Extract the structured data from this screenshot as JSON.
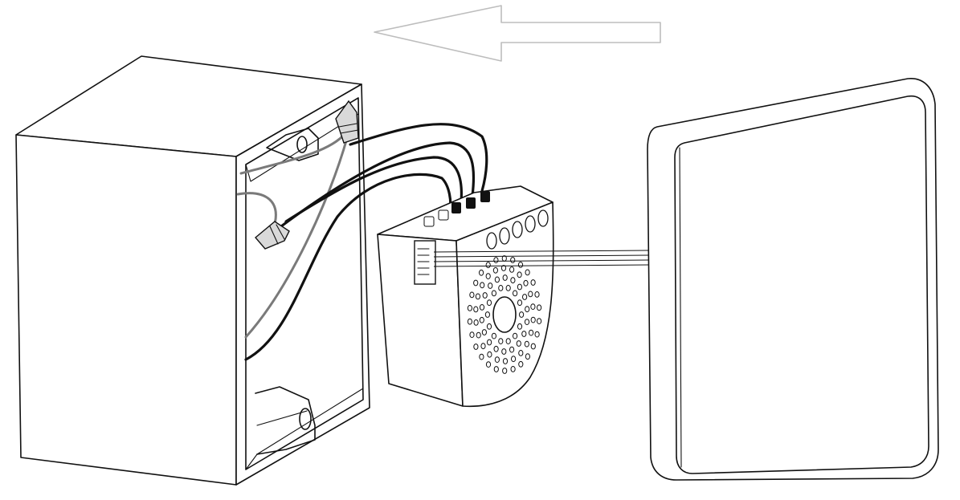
{
  "diagram": {
    "components": [
      {
        "id": "junction-box",
        "icon": "electrical-box-icon"
      },
      {
        "id": "relay-module",
        "icon": "relay-module-icon"
      },
      {
        "id": "wall-panel",
        "icon": "wall-panel-icon"
      }
    ],
    "direction": "left",
    "colors": {
      "outline": "#111111",
      "arrow": "#bdbdbd",
      "wire_black": "#111111",
      "wire_grey": "#7a7a7a",
      "connector": "#d9d9d9"
    }
  }
}
